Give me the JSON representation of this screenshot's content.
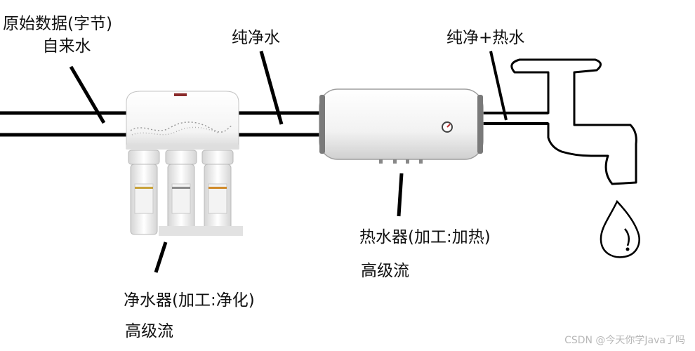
{
  "labels": {
    "raw_data": "原始数据(字节)",
    "tap_water": "自来水",
    "pure_water": "纯净水",
    "pure_hot_water": "纯净+热水",
    "heater_title": "热水器(加工:加热)",
    "heater_kind": "高级流",
    "purifier_title": "净水器(加工:净化)",
    "purifier_kind": "高级流"
  },
  "watermark": "CSDN @今天你学Java了吗",
  "icons": [
    "water-purifier-icon",
    "water-heater-icon",
    "faucet-icon",
    "water-drop-icon"
  ]
}
